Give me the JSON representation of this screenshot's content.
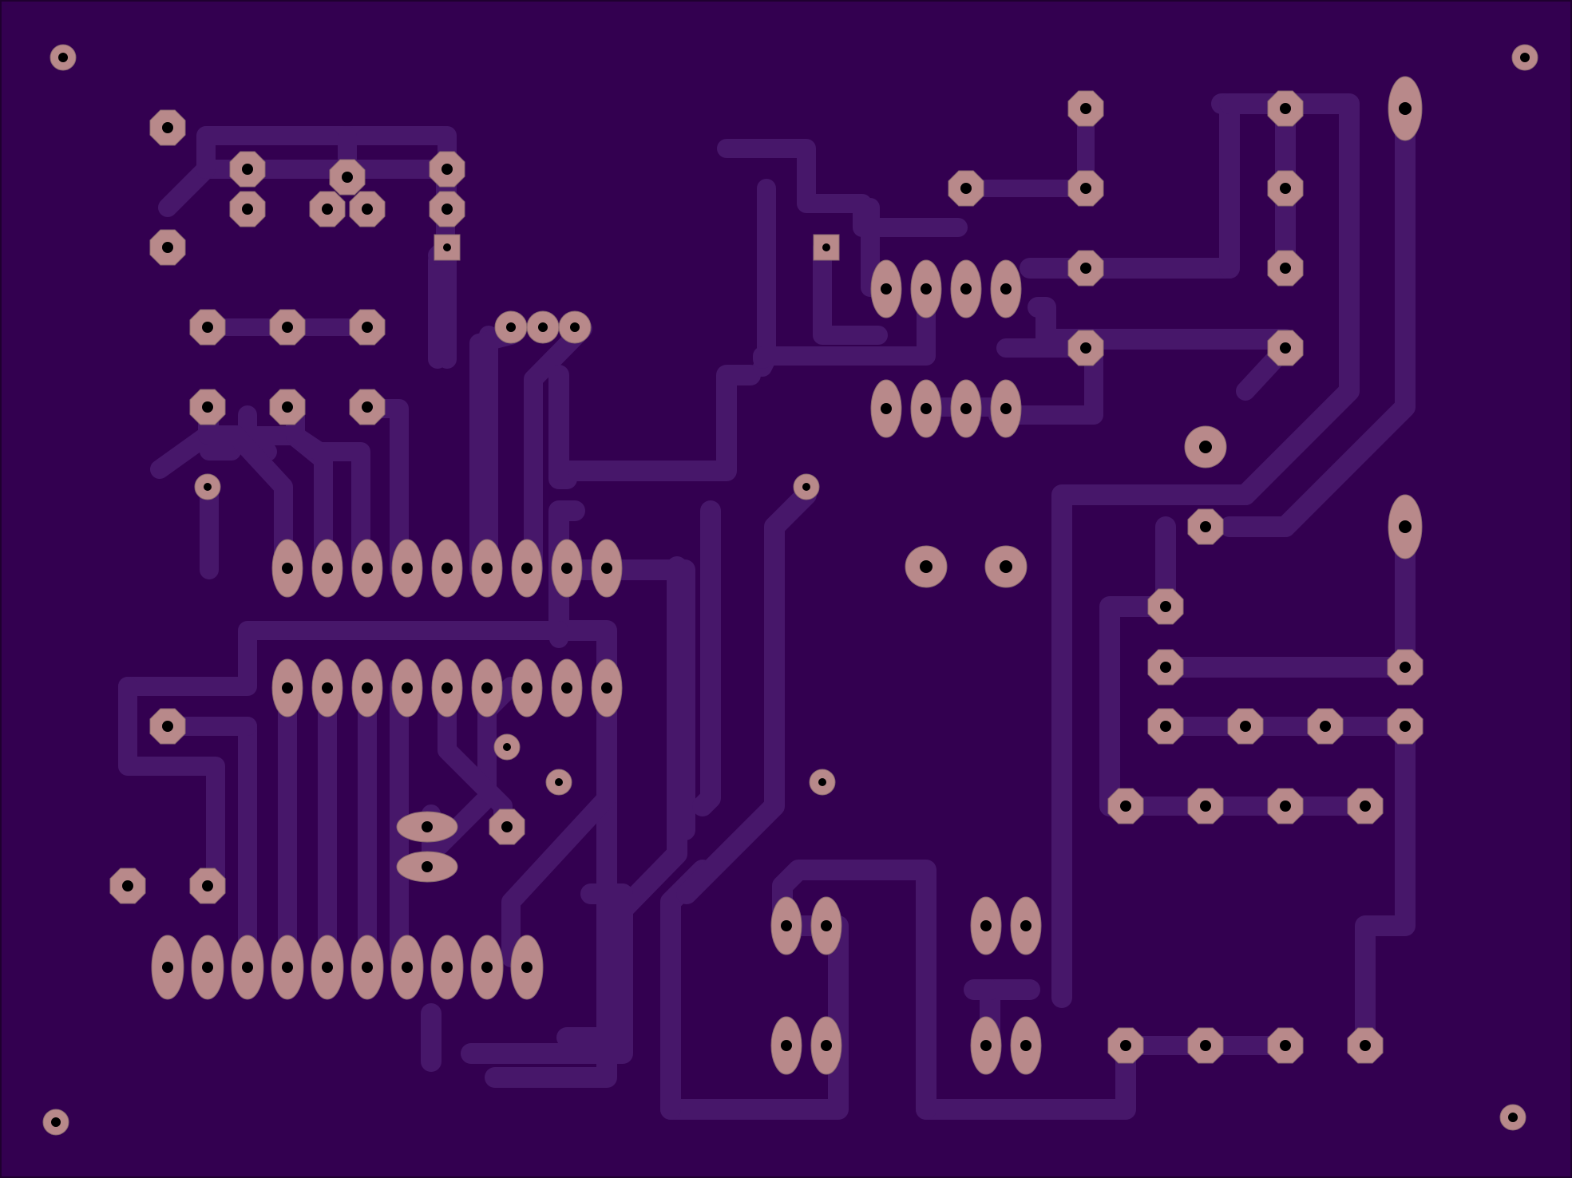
{
  "board": {
    "colors": {
      "substrate": "#330050",
      "copper_trace": "#47176a",
      "pad": "#b8898a",
      "drill": "#000000",
      "edge": "#1f002f"
    },
    "icon_names": [
      "pcb-layout",
      "through-hole-pad",
      "copper-trace",
      "drill-hole"
    ]
  }
}
